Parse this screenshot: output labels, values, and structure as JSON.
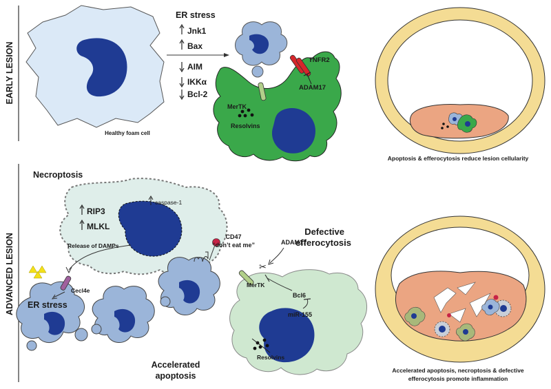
{
  "sections": {
    "early": "EARLY LESION",
    "advanced": "ADVANCED LESION"
  },
  "early": {
    "foam_cell_label": "Healthy foam cell",
    "er_stress": "ER stress",
    "up_list": [
      "Jnk1",
      "Bax"
    ],
    "down_list": [
      "AIM",
      "IKKα",
      "Bcl-2"
    ],
    "receptor_tnfr2": "TNFR2",
    "adam17": "ADAM17",
    "mertk": "MerTK",
    "resolvins": "Resolvins",
    "caption": "Apoptosis & efferocytosis reduce lesion cellularity"
  },
  "advanced": {
    "necroptosis": "Necroptosis",
    "rip3": "RIP3",
    "mlkl": "MLKL",
    "caspase": "caspase-1",
    "damps": "Release of DAMPs",
    "cecl4e": "Cecl4e",
    "er_stress": "ER stress",
    "cd47": "CD47",
    "dont_eat_me": "“don’t eat me”",
    "accelerated_line1": "Accelerated",
    "accelerated_line2": "apoptosis",
    "adam17": "ADAM17",
    "defective_line1": "Defective",
    "defective_line2": "efferocytosis",
    "mertk": "MerTK",
    "bcl6": "Bcl6",
    "mir155": "miR-155",
    "resolvins": "Resolvins",
    "caption_line1": "Accelerated apoptosis, necroptosis & defective",
    "caption_line2": "efferocytosis promote inflammation"
  },
  "colors": {
    "foam_fill": "#dbe9f7",
    "nucleus": "#1f3b93",
    "apoptotic_cell": "#9bb5d9",
    "macrophage_green": "#3aa84a",
    "light_green": "#cfe8d0",
    "necroptotic_fill": "#dfeeea",
    "vessel_wall": "#f4dc94",
    "plaque": "#eba582",
    "receptor_red": "#d7262b",
    "mertk_green": "#b2cf8a",
    "cecl4e_purple": "#a0609e",
    "damp_yellow": "#f3e01a",
    "cd47_red": "#c72346"
  }
}
